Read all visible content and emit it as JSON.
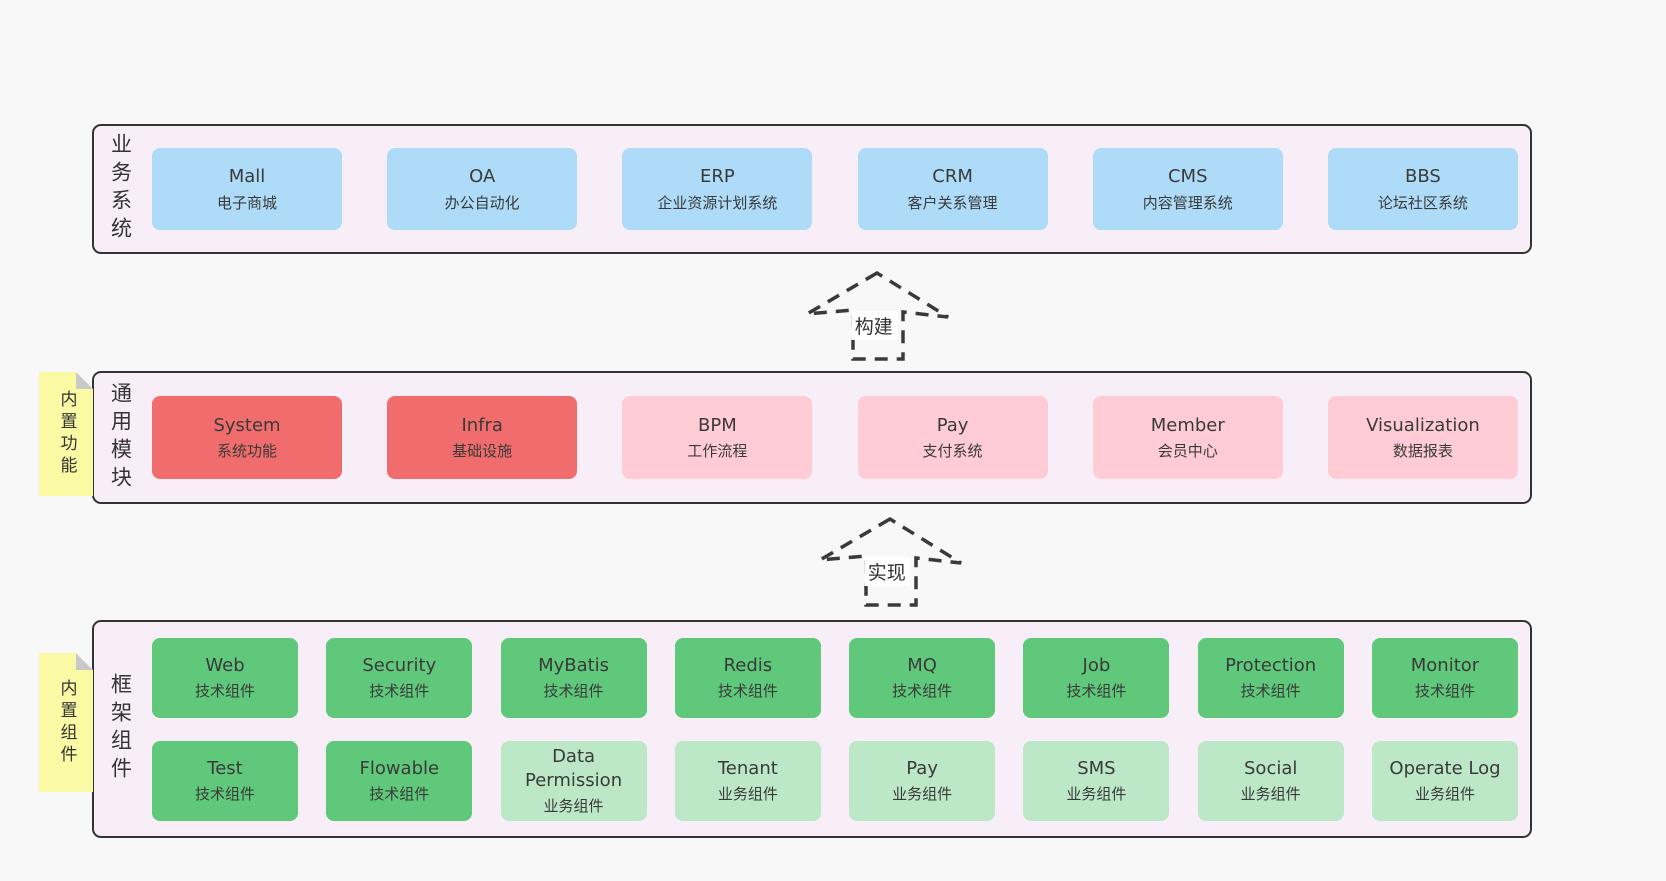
{
  "colors": {
    "page-bg": "#f8f8f8",
    "panel-bg": "#f8eef7",
    "panel-border": "#333333",
    "blue": "#aedcf8",
    "red": "#f16c6c",
    "pink": "#ffccd5",
    "green-dark": "#5fc87a",
    "green-light": "#bce8c8",
    "sticky-bg": "#fafaa5",
    "sticky-fold": "#c9c9c9",
    "text": "#3a3a3a"
  },
  "arrows": [
    {
      "label": "构建"
    },
    {
      "label": "实现"
    }
  ],
  "stickies": {
    "features": "内置功能",
    "components": "内置组件"
  },
  "layers": {
    "business": {
      "label": "业务系统",
      "boxes": [
        {
          "name": "Mall",
          "desc": "电子商城"
        },
        {
          "name": "OA",
          "desc": "办公自动化"
        },
        {
          "name": "ERP",
          "desc": "企业资源计划系统"
        },
        {
          "name": "CRM",
          "desc": "客户关系管理"
        },
        {
          "name": "CMS",
          "desc": "内容管理系统"
        },
        {
          "name": "BBS",
          "desc": "论坛社区系统"
        }
      ]
    },
    "modules": {
      "label": "通用模块",
      "boxes": [
        {
          "name": "System",
          "desc": "系统功能"
        },
        {
          "name": "Infra",
          "desc": "基础设施"
        },
        {
          "name": "BPM",
          "desc": "工作流程"
        },
        {
          "name": "Pay",
          "desc": "支付系统"
        },
        {
          "name": "Member",
          "desc": "会员中心"
        },
        {
          "name": "Visualization",
          "desc": "数据报表"
        }
      ]
    },
    "framework": {
      "label": "框架组件",
      "rows": [
        [
          {
            "name": "Web",
            "desc": "技术组件"
          },
          {
            "name": "Security",
            "desc": "技术组件"
          },
          {
            "name": "MyBatis",
            "desc": "技术组件"
          },
          {
            "name": "Redis",
            "desc": "技术组件"
          },
          {
            "name": "MQ",
            "desc": "技术组件"
          },
          {
            "name": "Job",
            "desc": "技术组件"
          },
          {
            "name": "Protection",
            "desc": "技术组件"
          },
          {
            "name": "Monitor",
            "desc": "技术组件"
          }
        ],
        [
          {
            "name": "Test",
            "desc": "技术组件"
          },
          {
            "name": "Flowable",
            "desc": "技术组件"
          },
          {
            "name": "Data Permission",
            "desc": "业务组件"
          },
          {
            "name": "Tenant",
            "desc": "业务组件"
          },
          {
            "name": "Pay",
            "desc": "业务组件"
          },
          {
            "name": "SMS",
            "desc": "业务组件"
          },
          {
            "name": "Social",
            "desc": "业务组件"
          },
          {
            "name": "Operate Log",
            "desc": "业务组件"
          }
        ]
      ]
    }
  }
}
